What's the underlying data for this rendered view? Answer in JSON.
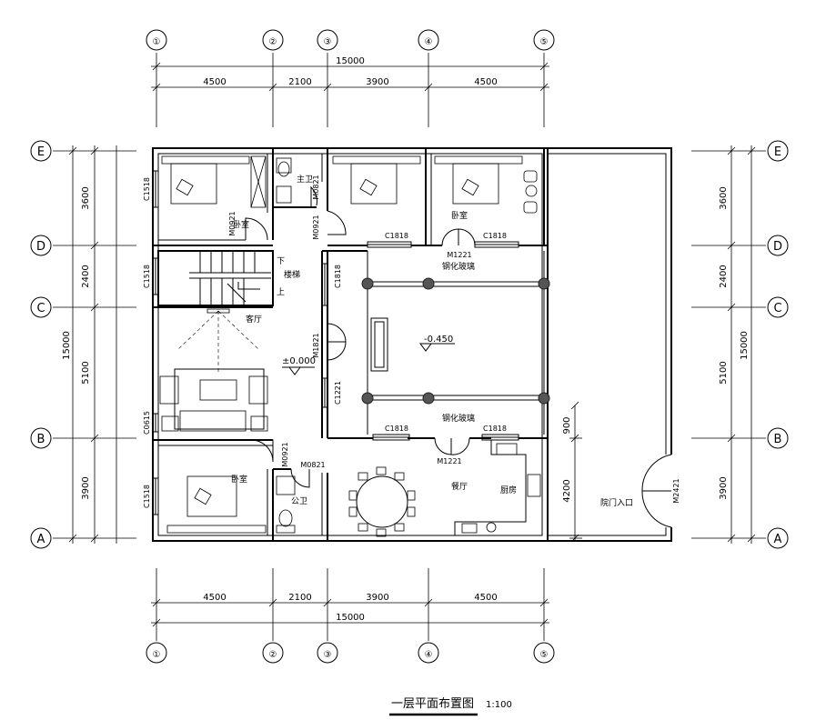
{
  "axes": {
    "vertical": [
      "①",
      "②",
      "③",
      "④",
      "⑤"
    ],
    "horizontal": [
      "A",
      "B",
      "C",
      "D",
      "E"
    ]
  },
  "dimensions": {
    "top_total": "15000",
    "top_spans": [
      "4500",
      "2100",
      "3900",
      "4500"
    ],
    "bottom_total": "15000",
    "bottom_spans": [
      "4500",
      "2100",
      "3900",
      "4500"
    ],
    "left_total": "15000",
    "left_spans": [
      "3600",
      "2400",
      "5100",
      "3900"
    ],
    "right_total": "15000",
    "right_spans": [
      "3600",
      "2400",
      "5100",
      "3900"
    ],
    "inner_900": "900",
    "inner_4200": "4200"
  },
  "windows": {
    "w1": "C1518",
    "w2": "C1518",
    "w3": "C0615",
    "w4": "C1518",
    "w5": "C1818",
    "w6": "C1818",
    "w7": "C1818",
    "w8": "C1818",
    "w9": "C1818",
    "w10": "C1221"
  },
  "doors": {
    "d1": "M0921",
    "d2": "M0821",
    "d3": "M0921",
    "d4": "M1221",
    "d5": "M1821",
    "d6": "M1221",
    "d7": "M0921",
    "d8": "M0821",
    "d9": "M2421"
  },
  "rooms": {
    "bedroom1": "卧室",
    "bedroom2": "卧室",
    "bedroom3": "卧室",
    "master_bath": "主卫",
    "stairs": "楼梯",
    "stair_down": "下",
    "stair_up": "上",
    "living": "客厅",
    "public_bath": "公卫",
    "dining": "餐厅",
    "kitchen": "厨房",
    "glass_top": "钢化玻璃",
    "glass_bottom": "钢化玻璃",
    "yard_entry": "院门入口"
  },
  "levels": {
    "zero": "±0.000",
    "courtyard": "-0.450"
  },
  "title": {
    "text": "一层平面布置图",
    "scale": "1:100"
  }
}
